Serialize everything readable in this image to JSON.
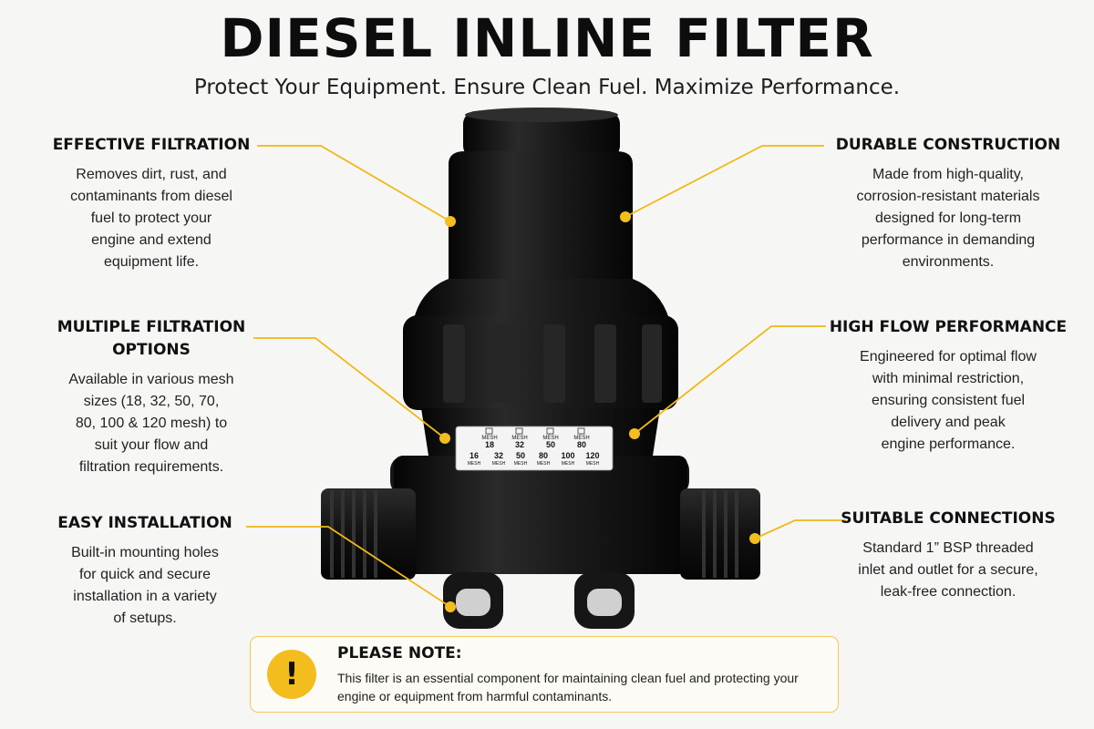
{
  "header": {
    "title": "DIESEL INLINE FILTER",
    "subtitle": "Protect Your Equipment. Ensure Clean Fuel. Maximize Performance."
  },
  "features": {
    "effective_filtration": {
      "title": "EFFECTIVE FILTRATION",
      "lines": [
        "Removes dirt, rust, and",
        "contaminants from diesel",
        "fuel to protect your",
        "engine and extend",
        "equipment life."
      ]
    },
    "multiple_options": {
      "title_lines": [
        "MULTIPLE FILTRATION",
        "OPTIONS"
      ],
      "lines": [
        "Available in various mesh",
        "sizes (18, 32, 50, 70,",
        "80, 100 & 120 mesh) to",
        "suit your flow and",
        "filtration requirements."
      ]
    },
    "easy_installation": {
      "title": "EASY INSTALLATION",
      "lines": [
        "Built-in mounting holes",
        "for quick and secure",
        "installation in a variety",
        "of setups."
      ]
    },
    "durable_construction": {
      "title": "DURABLE CONSTRUCTION",
      "lines": [
        "Made from high-quality,",
        "corrosion-resistant materials",
        "designed for long-term",
        "performance in demanding",
        "environments."
      ]
    },
    "high_flow": {
      "title": "HIGH FLOW PERFORMANCE",
      "lines": [
        "Engineered for optimal flow",
        "with minimal restriction,",
        "ensuring consistent fuel",
        "delivery and peak",
        "engine performance."
      ]
    },
    "suitable_connections": {
      "title": "SUITABLE CONNECTIONS",
      "lines": [
        "Standard 1” BSP threaded",
        "inlet and outlet for a secure,",
        "leak-free connection."
      ]
    }
  },
  "mesh_label": {
    "top": [
      {
        "word": "MESH",
        "size": "18"
      },
      {
        "word": "MESH",
        "size": "32"
      },
      {
        "word": "MESH",
        "size": "50"
      },
      {
        "word": "MESH",
        "size": "80"
      }
    ],
    "bottom": [
      {
        "size": "16",
        "word": "MESH"
      },
      {
        "size": "32",
        "word": "MESH"
      },
      {
        "size": "50",
        "word": "MESH"
      },
      {
        "size": "80",
        "word": "MESH"
      },
      {
        "size": "100",
        "word": "MESH"
      },
      {
        "size": "120",
        "word": "MESH"
      }
    ]
  },
  "note": {
    "icon": "!",
    "title": "PLEASE NOTE:",
    "lines": [
      "This filter is an essential component for maintaining clean fuel and protecting your",
      "engine or equipment from harmful contaminants."
    ]
  },
  "colors": {
    "background": "#f6f6f5",
    "accent": "#f3bd1d",
    "callout_line": "#f0b915",
    "product_body": "#131313"
  },
  "icons": [
    "warning-exclamation-icon"
  ]
}
